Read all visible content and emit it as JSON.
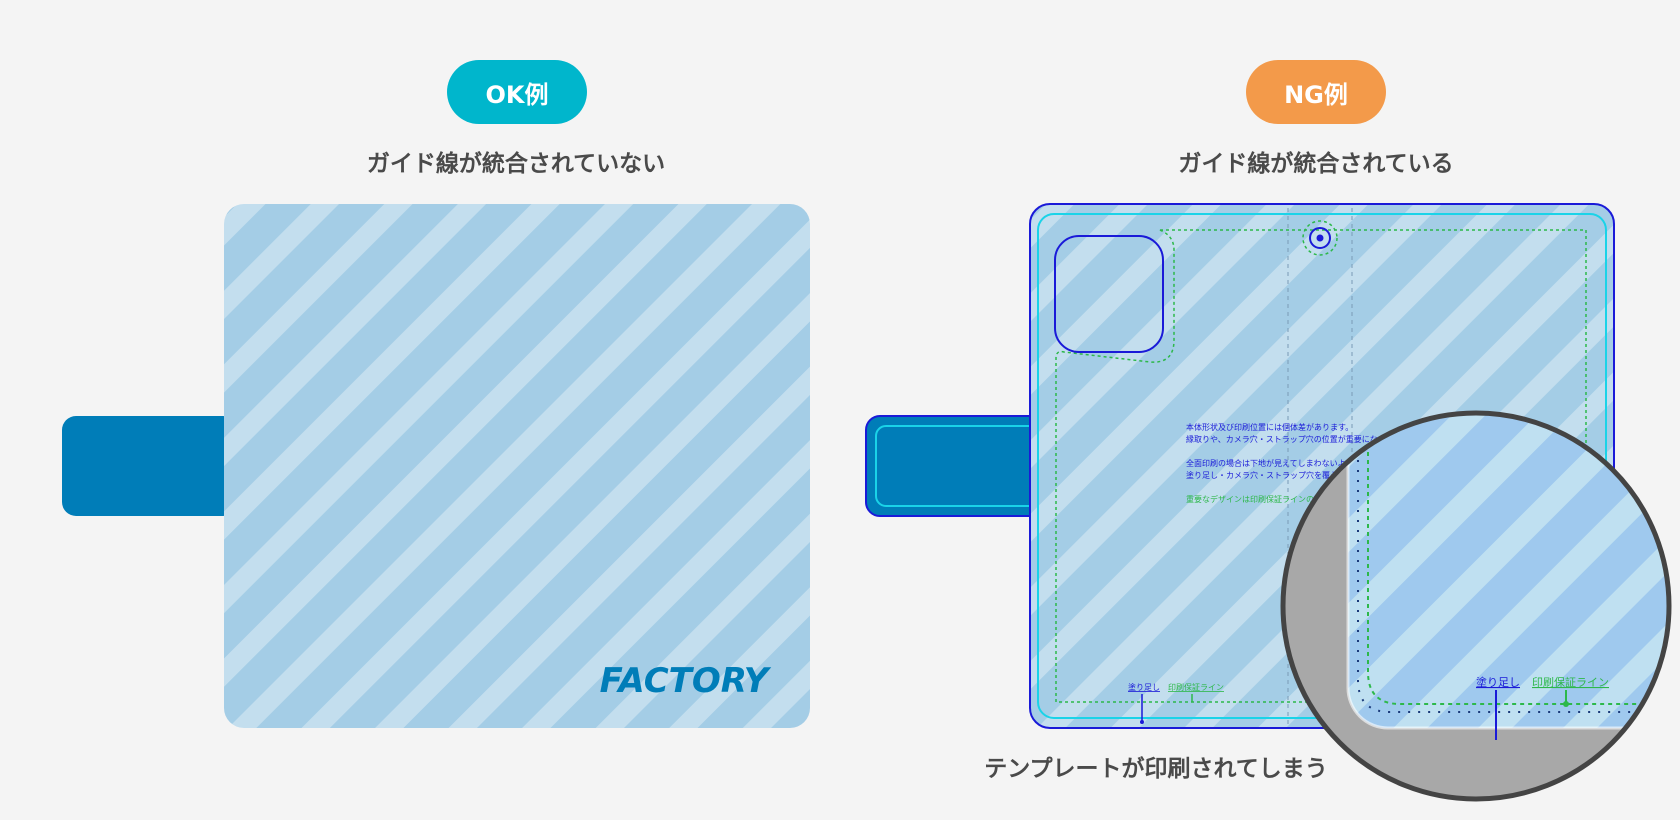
{
  "ok": {
    "badge": "OK例",
    "caption": "ガイド線が統合されていない",
    "logo_text": "FACTORY"
  },
  "ng": {
    "badge": "NG例",
    "caption": "ガイド線が統合されている",
    "bottom_caption": "テンプレートが印刷されてしまう",
    "notes": [
      "本体形状及び印刷位置には個体差があります。",
      "縁取りや、カメラ穴・ストラップ穴の位置が重要になるデザ",
      "全面印刷の場合は下地が見えてしまわないよう",
      "塗り足し・カメラ穴・ストラップ穴を覆うよう"
    ],
    "note_green": "重要なデザインは印刷保証ラインの内側",
    "label_bleed": "塗り足し",
    "label_safe": "印刷保証ライン"
  },
  "colors": {
    "ok_badge": "#00b6cc",
    "ng_badge": "#f39a4a",
    "case_light": "#a4cde6",
    "stripe": "#c3deee",
    "flap": "#007db8",
    "guide_blue": "#1a1ad8",
    "guide_cyan": "#1ad3e8",
    "guide_green": "#2db84a"
  }
}
